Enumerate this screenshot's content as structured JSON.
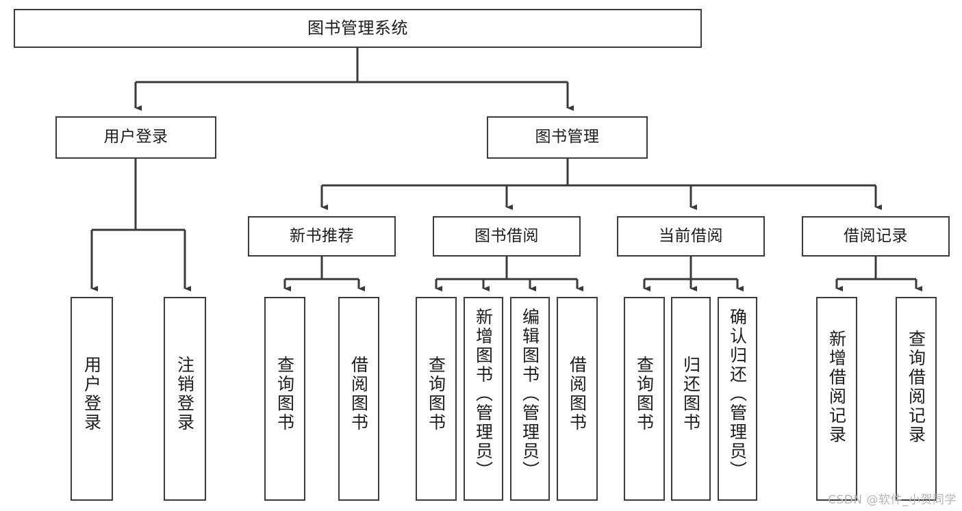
{
  "diagram": {
    "title": "图书管理系统",
    "watermark": "CSDN @软件_小贺同学",
    "stroke_color": "#3a3a3a",
    "text_color": "#1c1c1c",
    "background_color": "#ffffff",
    "levels": {
      "root": {
        "label": "图书管理系统"
      },
      "level1": [
        {
          "label": "用户登录"
        },
        {
          "label": "图书管理"
        }
      ],
      "level2": [
        {
          "label": "新书推荐"
        },
        {
          "label": "图书借阅"
        },
        {
          "label": "当前借阅"
        },
        {
          "label": "借阅记录"
        }
      ],
      "leaves": [
        {
          "label": "用户登录",
          "parent": "用户登录"
        },
        {
          "label": "注销登录",
          "parent": "用户登录"
        },
        {
          "label": "查询图书",
          "parent": "新书推荐"
        },
        {
          "label": "借阅图书",
          "parent": "新书推荐"
        },
        {
          "label": "查询图书",
          "parent": "图书借阅"
        },
        {
          "label": "新增图书（管理员）",
          "parent": "图书借阅"
        },
        {
          "label": "编辑图书（管理员）",
          "parent": "图书借阅"
        },
        {
          "label": "借阅图书",
          "parent": "图书借阅"
        },
        {
          "label": "查询图书",
          "parent": "当前借阅"
        },
        {
          "label": "归还图书",
          "parent": "当前借阅"
        },
        {
          "label": "确认归还（管理员）",
          "parent": "当前借阅"
        },
        {
          "label": "新增借阅记录",
          "parent": "借阅记录"
        },
        {
          "label": "查询借阅记录",
          "parent": "借阅记录"
        }
      ]
    }
  }
}
